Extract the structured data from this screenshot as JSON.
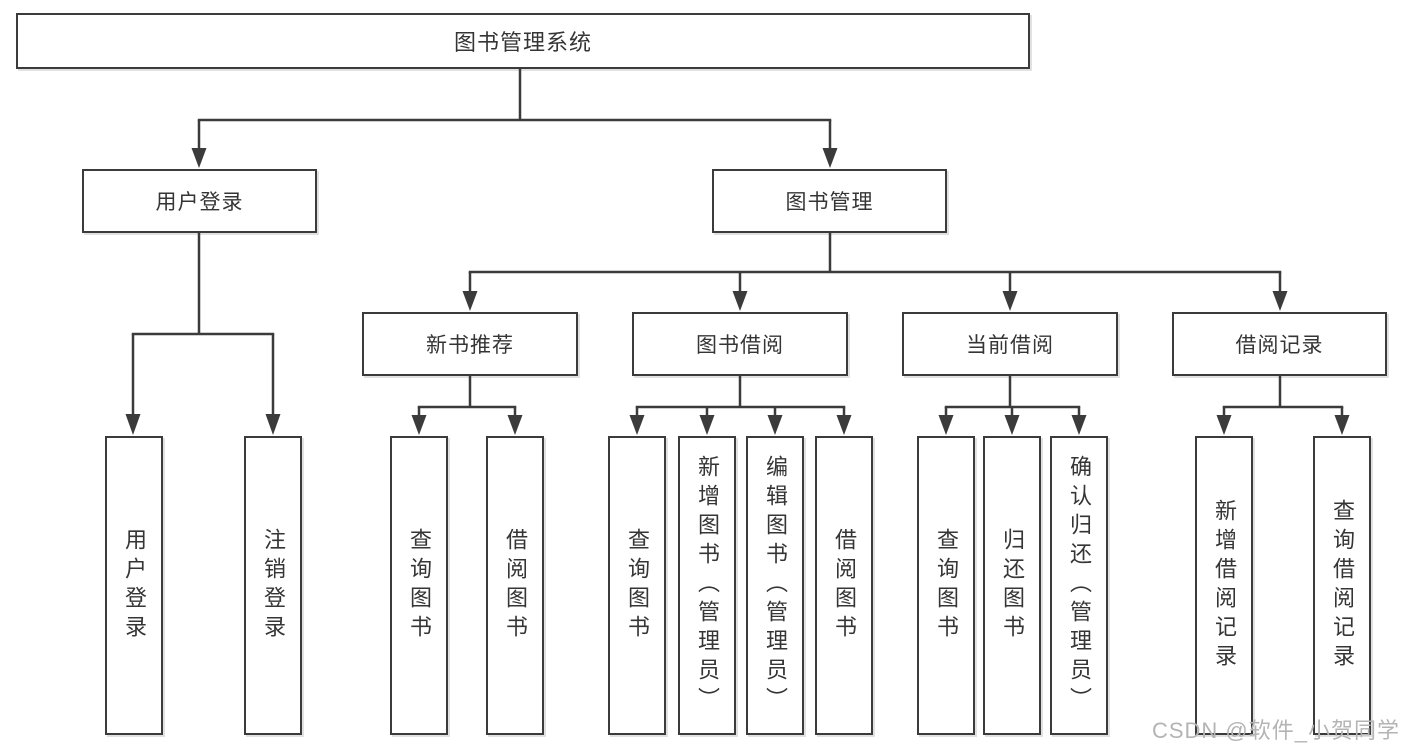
{
  "diagram": {
    "type": "functional-structure-tree",
    "nodes": {
      "root": "图书管理系统",
      "user_login": "用户登录",
      "book_mgmt": "图书管理",
      "cat_new_book": "新书推荐",
      "cat_borrow": "图书借阅",
      "cat_current": "当前借阅",
      "cat_records": "借阅记录"
    },
    "leaves": [
      {
        "parent": "用户登录",
        "label": "用户登录"
      },
      {
        "parent": "用户登录",
        "label": "注销登录"
      },
      {
        "parent": "新书推荐",
        "label": "查询图书"
      },
      {
        "parent": "新书推荐",
        "label": "借阅图书"
      },
      {
        "parent": "图书借阅",
        "label": "查询图书"
      },
      {
        "parent": "图书借阅",
        "label": "新增图书（管理员）"
      },
      {
        "parent": "图书借阅",
        "label": "编辑图书（管理员）"
      },
      {
        "parent": "图书借阅",
        "label": "借阅图书"
      },
      {
        "parent": "当前借阅",
        "label": "查询图书"
      },
      {
        "parent": "当前借阅",
        "label": "归还图书"
      },
      {
        "parent": "当前借阅",
        "label": "确认归还（管理员）"
      },
      {
        "parent": "借阅记录",
        "label": "新增借阅记录"
      },
      {
        "parent": "借阅记录",
        "label": "查询借阅记录"
      }
    ]
  },
  "watermark": "CSDN @软件_小贺同学",
  "colors": {
    "line": "#3b3b3b",
    "text": "#353535",
    "watermark": "#b4b4b4",
    "background": "#ffffff"
  }
}
